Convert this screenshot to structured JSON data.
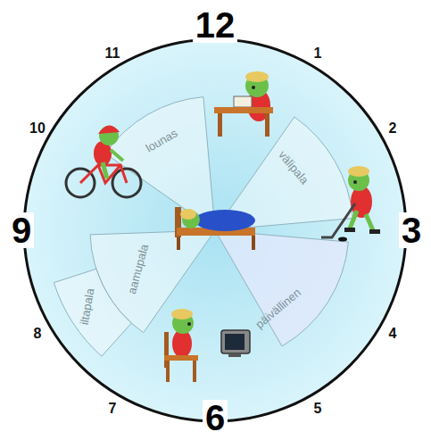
{
  "diagram": {
    "labels": [
      "12",
      "11",
      "1",
      "10",
      "lounas",
      "2",
      "välipala",
      "9",
      "3",
      "aamupala",
      "iltapala",
      "päivällinen",
      "8",
      "4",
      "7",
      "5",
      "6"
    ]
  }
}
